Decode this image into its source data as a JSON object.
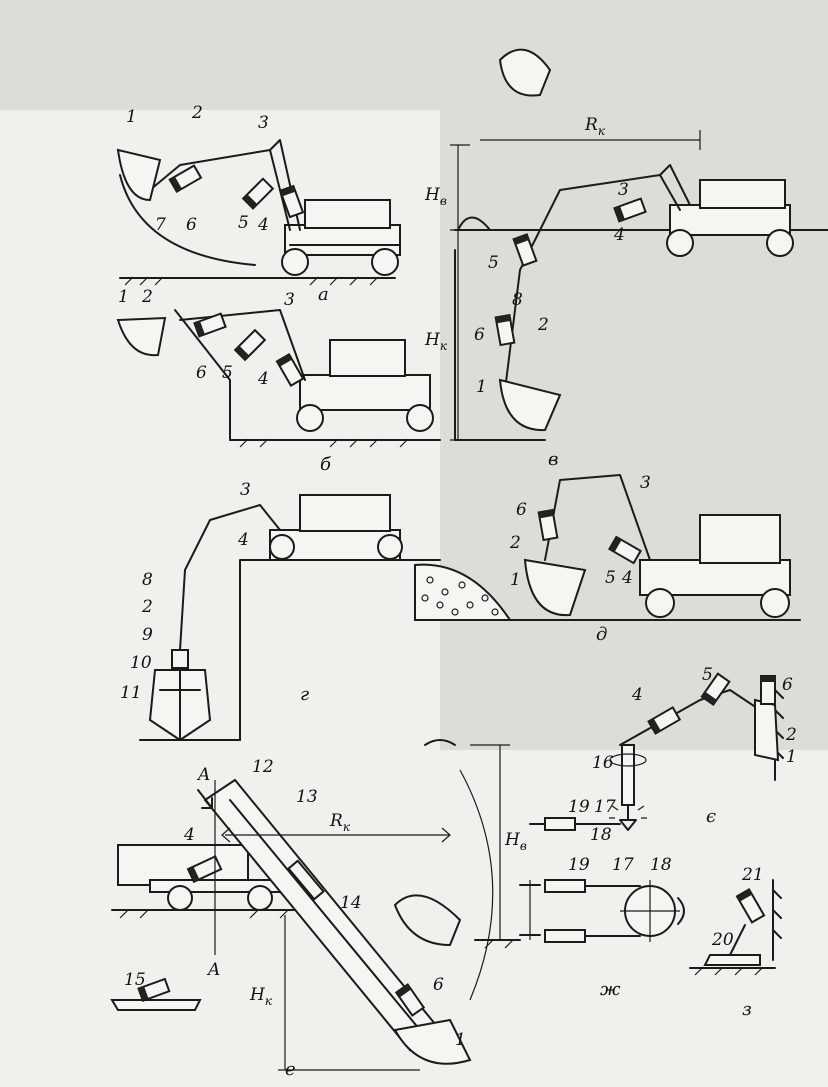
{
  "captions": {
    "a": "а",
    "b": "б",
    "v": "в",
    "g": "г",
    "d": "д",
    "e": "е",
    "ye": "є",
    "zh": "ж",
    "z": "з"
  },
  "part_numbers": [
    "1",
    "2",
    "3",
    "4",
    "5",
    "6",
    "7",
    "8",
    "9",
    "10",
    "11",
    "12",
    "13",
    "14",
    "15",
    "16",
    "17",
    "18",
    "19",
    "20",
    "21"
  ],
  "dimensions": {
    "H": "H",
    "R": "R",
    "sub_v": "в",
    "sub_k": "к",
    "section": "A"
  },
  "colors": {
    "ink": "#1b1b1b",
    "paper": "#f1f0ec"
  }
}
